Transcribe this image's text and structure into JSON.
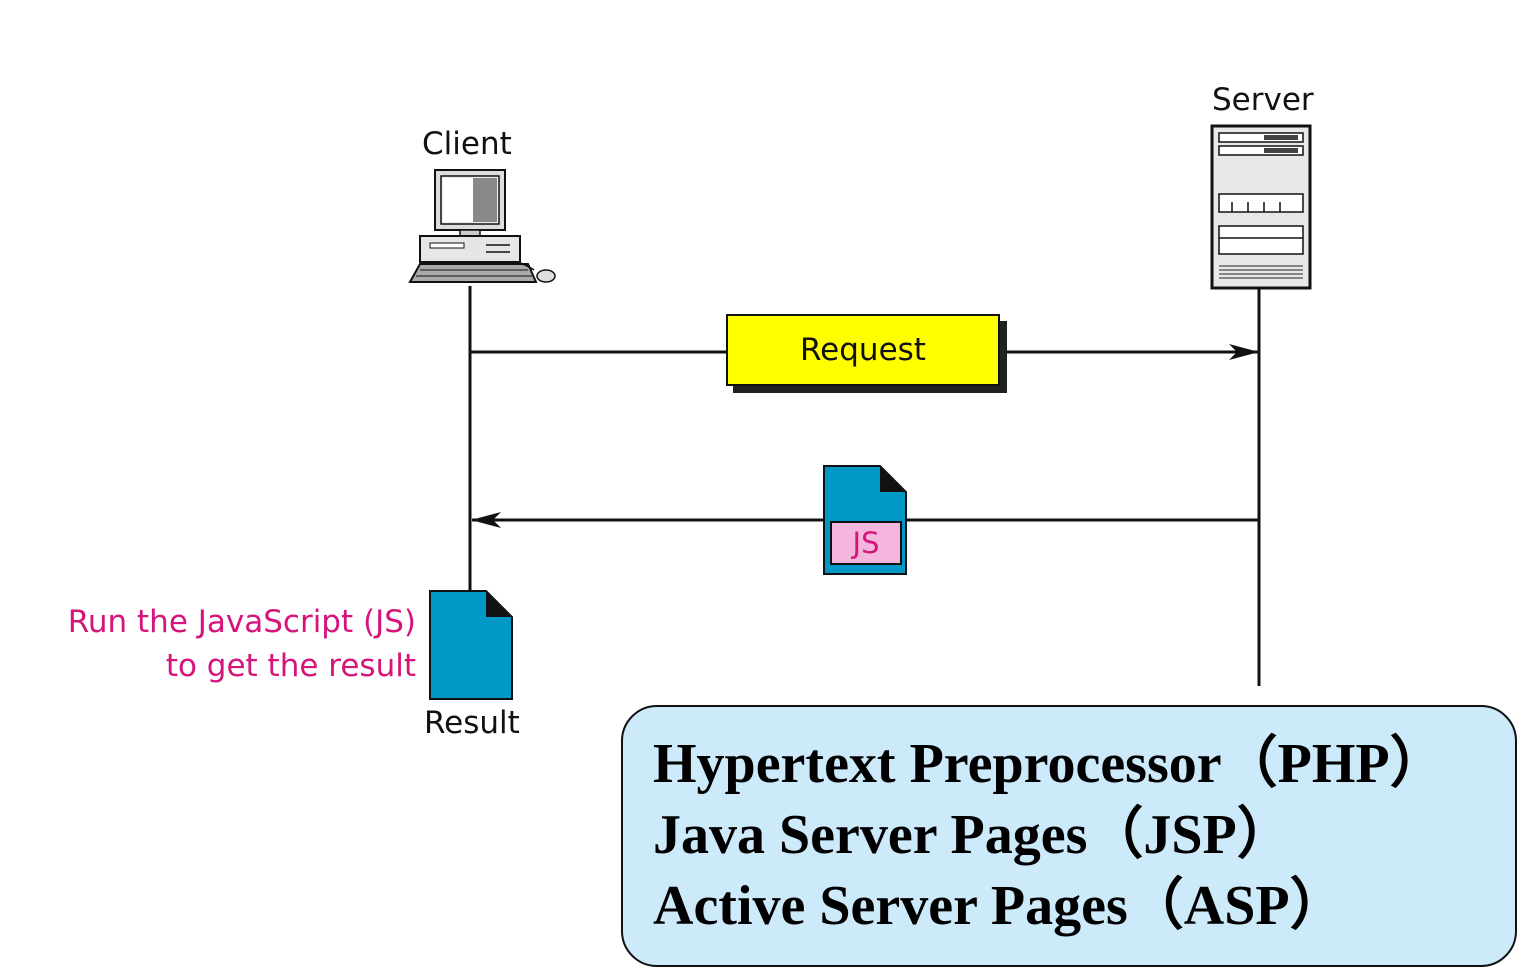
{
  "client": {
    "label": "Client"
  },
  "server": {
    "label": "Server"
  },
  "request": {
    "label": "Request"
  },
  "response": {
    "doc_tag": "JS"
  },
  "result": {
    "label": "Result",
    "note_line1": "Run the JavaScript (JS)",
    "note_line2": "to get the result"
  },
  "technologies": [
    "Hypertext Preprocessor（PHP）",
    "Java Server Pages（JSP）",
    "Active Server Pages（ASP）"
  ],
  "colors": {
    "request_box": "#ffff00",
    "document": "#0099c6",
    "js_text": "#d6157a",
    "js_tag": "#f4b6dc",
    "tech_box": "#cdeafb"
  }
}
